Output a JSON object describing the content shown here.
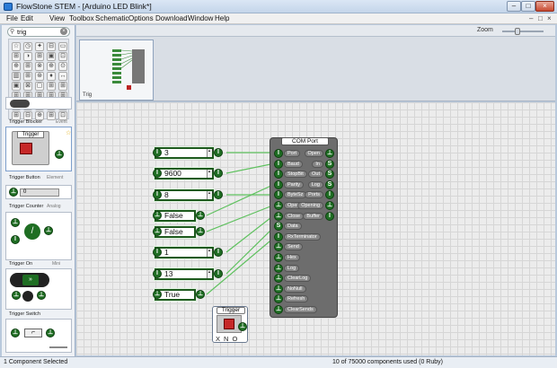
{
  "window": {
    "title": "FlowStone STEM - [Arduino LED Blink*]",
    "min": "–",
    "max": "□",
    "close": "×"
  },
  "menu": {
    "items": [
      "File",
      "Edit",
      "View",
      "Toolbox",
      "Schematic",
      "Options",
      "Download",
      "Window",
      "Help"
    ],
    "mdi": [
      "–",
      "□",
      "×"
    ]
  },
  "toolbox": {
    "search_value": "trig",
    "icons": [
      "☆",
      "◷",
      "✦",
      "⊟",
      "▭",
      "⊞",
      "◑",
      "⊞",
      "▣",
      "⊡",
      "⊕",
      "⊞",
      "⊗",
      "⊕",
      "⊙",
      "▥",
      "⊞",
      "⊛",
      "♦",
      "↔",
      "▣",
      "⊠",
      "▢",
      "⊞",
      "⊞",
      "⊞",
      "⊞",
      "⊞",
      "⊞",
      "⊞",
      "⊞",
      "⊞",
      "⊞",
      "⊞",
      "⊞",
      "⊞",
      "⊟",
      "⊕",
      "⊞",
      "⊡"
    ],
    "components": [
      {
        "label": "Trigger Blocker",
        "tag": "Event"
      },
      {
        "label": "Trigger Button",
        "tag": "Element",
        "title": "Trigger"
      },
      {
        "label": "Trigger Counter",
        "tag": "Analog",
        "value": "0"
      },
      {
        "label": "Trigger On",
        "tag": "Mini"
      },
      {
        "label": "Trigger Switch",
        "tag": ""
      }
    ]
  },
  "zoom": {
    "label": "Zoom"
  },
  "navigator": {
    "thumb_label": "Trig"
  },
  "schematic": {
    "inputs": [
      {
        "value": "3",
        "type": "int"
      },
      {
        "value": "9600",
        "type": "int"
      },
      {
        "value": "8",
        "type": "int"
      },
      {
        "value": "False",
        "type": "bool"
      },
      {
        "value": "False",
        "type": "bool"
      },
      {
        "value": "1",
        "type": "int"
      },
      {
        "value": "13",
        "type": "int"
      },
      {
        "value": "True",
        "type": "bool"
      }
    ],
    "com_port": {
      "title": "COM Port",
      "left_ports": [
        "Port",
        "Baud",
        "StopBit",
        "Parity",
        "ByteSz",
        "Open",
        "Close",
        "Data",
        "RxTerminator",
        "Send",
        "Hex",
        "Log",
        "ClearLog",
        "NoNull",
        "Refresh",
        "ClearSends"
      ],
      "right_ports": [
        "Open",
        "In",
        "Out",
        "Log",
        "Ports",
        "Opening",
        "Buffer"
      ]
    },
    "trigger": {
      "title": "Trigger",
      "labels": [
        "X",
        "N",
        "O"
      ]
    }
  },
  "status": {
    "left": "1 Component Selected",
    "right": "10 of 75000 components used (0 Ruby)"
  }
}
